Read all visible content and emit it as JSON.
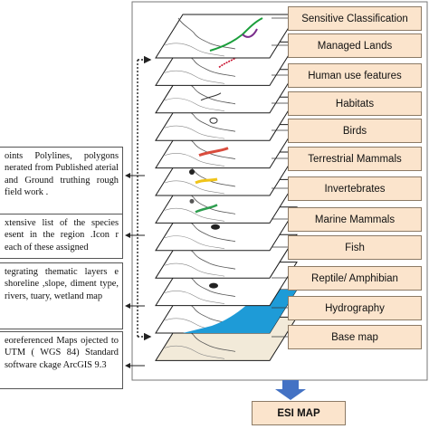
{
  "layer_labels": [
    "Sensitive Classification",
    "Managed Lands",
    "Human use features",
    "Habitats",
    "Birds",
    "Terrestrial Mammals",
    "Invertebrates",
    "Marine Mammals",
    "Fish",
    "Reptile/ Amphibian",
    "Hydrography",
    "Base map"
  ],
  "descriptions": [
    "oints Polylines, polygons nerated from Published aterial and Ground truthing rough field work .",
    "xtensive list of the species esent in the region .Icon r each of these assigned",
    "tegrating thematic layers e shoreline ,slope, diment type, rivers, tuary, wetland map",
    "eoreferenced Maps ojected to UTM ( WGS 84) Standard software ckage ArcGIS 9.3"
  ],
  "output_label": "ESI MAP",
  "colors": {
    "label_fill": "#fbe4cc",
    "label_border": "#8c7a65",
    "arrow": "#4472c4",
    "hydrography": "#1e9bd7",
    "base_land": "#f2ead9",
    "sensitive_line_1": "#1a9e3b",
    "sensitive_line_2": "#7a2d8c",
    "managed_lands": "#c8102e",
    "habitats": "#e05a8a",
    "birds": "#d94c3d",
    "terrestrial_mammals": "#f0c419",
    "invertebrates": "#2e9e4f",
    "marine_mammals": "#222222"
  }
}
